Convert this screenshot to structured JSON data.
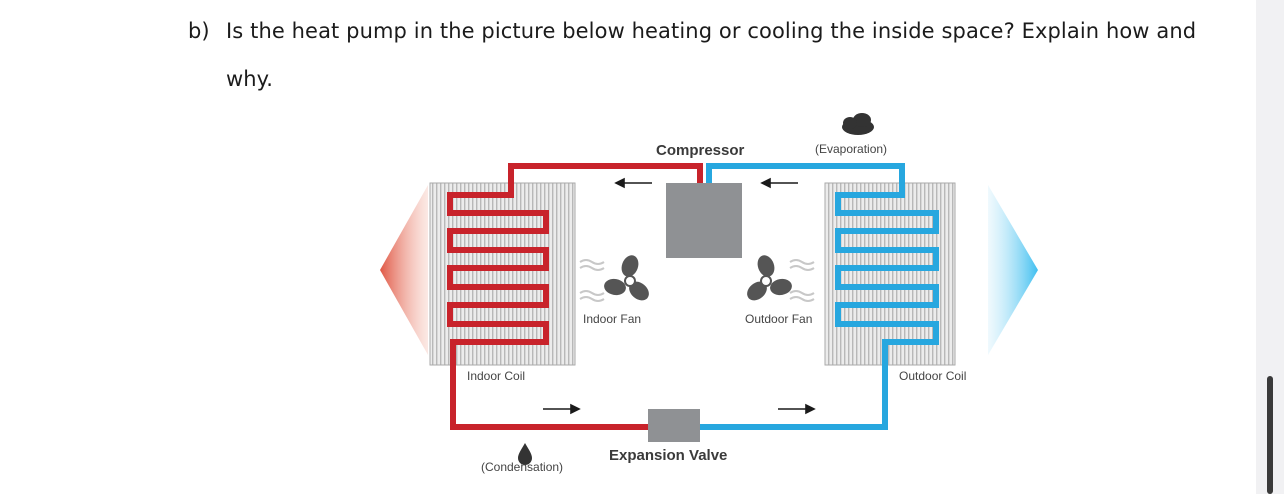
{
  "question": {
    "label": "b)",
    "line1": "Is the heat pump in the picture below heating or cooling the inside space? Explain how and",
    "line2": "why."
  },
  "diagram": {
    "labels": {
      "compressor": "Compressor",
      "evaporation": "(Evaporation)",
      "indoor_fan": "Indoor Fan",
      "outdoor_fan": "Outdoor Fan",
      "indoor_coil": "Indoor Coil",
      "outdoor_coil": "Outdoor Coil",
      "condensation": "(Condensation)",
      "expansion_valve": "Expansion Valve"
    },
    "colors": {
      "hot_line": "#c8232b",
      "cold_line": "#27a7df",
      "component": "#8f9194",
      "warm_arrow": "#e25a4a",
      "cool_arrow": "#4fc3f1"
    }
  }
}
